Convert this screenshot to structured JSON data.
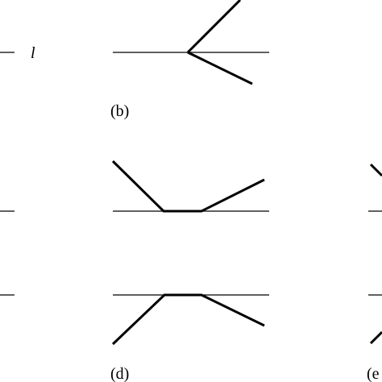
{
  "diagram": {
    "line_label": "l",
    "panels": [
      {
        "id": "b",
        "caption": "(b)"
      },
      {
        "id": "d",
        "caption": "(d)"
      },
      {
        "id": "e",
        "caption": "(e"
      }
    ]
  },
  "colors": {
    "line": "#000000",
    "background": "#ffffff"
  }
}
